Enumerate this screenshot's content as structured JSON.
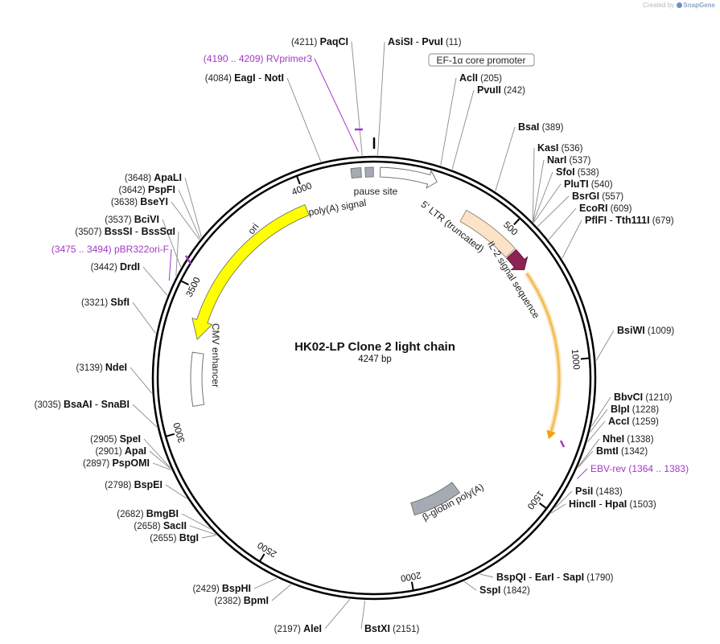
{
  "credit": {
    "prefix": "Created by",
    "brand": "SnapGene"
  },
  "plasmid": {
    "name": "HK02-LP Clone 2 light chain",
    "length_label": "4247 bp",
    "length": 4247
  },
  "ticks": [
    "500",
    "1000",
    "1500",
    "2000",
    "2500",
    "3000",
    "3500",
    "4000"
  ],
  "features": {
    "ori": "ori",
    "polyA": "poly(A) signal",
    "pause": "pause site",
    "ef1a": "EF-1α core promoter",
    "ltr": "5' LTR (truncated)",
    "il2": "IL-2 signal sequence",
    "cmv": "CMV enhancer",
    "bglobin": "β-globin poly(A)"
  },
  "sites": [
    {
      "names": [
        "PaqCI"
      ],
      "pos": "(4211)"
    },
    {
      "names": [
        "AsiSI",
        "PvuI"
      ],
      "pos": "(11)"
    },
    {
      "names": [
        "EagI",
        "NotI"
      ],
      "pos": "(4084)"
    },
    {
      "names": [
        "AclI"
      ],
      "pos": "(205)"
    },
    {
      "names": [
        "PvuII"
      ],
      "pos": "(242)"
    },
    {
      "names": [
        "BsaI"
      ],
      "pos": "(389)"
    },
    {
      "names": [
        "KasI"
      ],
      "pos": "(536)"
    },
    {
      "names": [
        "NarI"
      ],
      "pos": "(537)"
    },
    {
      "names": [
        "SfoI"
      ],
      "pos": "(538)"
    },
    {
      "names": [
        "PluTI"
      ],
      "pos": "(540)"
    },
    {
      "names": [
        "BsrGI"
      ],
      "pos": "(557)"
    },
    {
      "names": [
        "EcoRI"
      ],
      "pos": "(609)"
    },
    {
      "names": [
        "PflFI",
        "Tth111I"
      ],
      "pos": "(679)"
    },
    {
      "names": [
        "BsiWI"
      ],
      "pos": "(1009)"
    },
    {
      "names": [
        "BbvCI"
      ],
      "pos": "(1210)"
    },
    {
      "names": [
        "BlpI"
      ],
      "pos": "(1228)"
    },
    {
      "names": [
        "AccI"
      ],
      "pos": "(1259)"
    },
    {
      "names": [
        "NheI"
      ],
      "pos": "(1338)"
    },
    {
      "names": [
        "BmtI"
      ],
      "pos": "(1342)"
    },
    {
      "names": [
        "PsiI"
      ],
      "pos": "(1483)"
    },
    {
      "names": [
        "HincII",
        "HpaI"
      ],
      "pos": "(1503)"
    },
    {
      "names": [
        "BspQI",
        "EarI",
        "SapI"
      ],
      "pos": "(1790)"
    },
    {
      "names": [
        "SspI"
      ],
      "pos": "(1842)"
    },
    {
      "names": [
        "BstXI"
      ],
      "pos": "(2151)"
    },
    {
      "names": [
        "AleI"
      ],
      "pos": "(2197)"
    },
    {
      "names": [
        "BpmI"
      ],
      "pos": "(2382)"
    },
    {
      "names": [
        "BspHI"
      ],
      "pos": "(2429)"
    },
    {
      "names": [
        "BtgI"
      ],
      "pos": "(2655)"
    },
    {
      "names": [
        "SacII"
      ],
      "pos": "(2658)"
    },
    {
      "names": [
        "BmgBI"
      ],
      "pos": "(2682)"
    },
    {
      "names": [
        "BspEI"
      ],
      "pos": "(2798)"
    },
    {
      "names": [
        "PspOMI"
      ],
      "pos": "(2897)"
    },
    {
      "names": [
        "ApaI"
      ],
      "pos": "(2901)"
    },
    {
      "names": [
        "SpeI"
      ],
      "pos": "(2905)"
    },
    {
      "names": [
        "BsaAI",
        "SnaBI"
      ],
      "pos": "(3035)"
    },
    {
      "names": [
        "NdeI"
      ],
      "pos": "(3139)"
    },
    {
      "names": [
        "SbfI"
      ],
      "pos": "(3321)"
    },
    {
      "names": [
        "DrdI"
      ],
      "pos": "(3442)"
    },
    {
      "names": [
        "BssSI",
        "BssSαI"
      ],
      "pos": "(3507)"
    },
    {
      "names": [
        "BciVI"
      ],
      "pos": "(3537)"
    },
    {
      "names": [
        "BseYI"
      ],
      "pos": "(3638)"
    },
    {
      "names": [
        "PspFI"
      ],
      "pos": "(3642)"
    },
    {
      "names": [
        "ApaLI"
      ],
      "pos": "(3648)"
    }
  ],
  "primers": [
    {
      "name": "RVprimer3",
      "range": "(4190 .. 4209)"
    },
    {
      "name": "pBR322ori-F",
      "range": "(3475 .. 3494)"
    },
    {
      "name": "EBV-rev",
      "range": "(1364 .. 1383)"
    }
  ],
  "colors": {
    "ori": "#ffff00",
    "ltr": "#fce3c8",
    "il2": "#8b2252",
    "orf": "#f0a30a",
    "grey": "#a6abb3",
    "primer": "#a238c8",
    "backbone": "#000000"
  }
}
